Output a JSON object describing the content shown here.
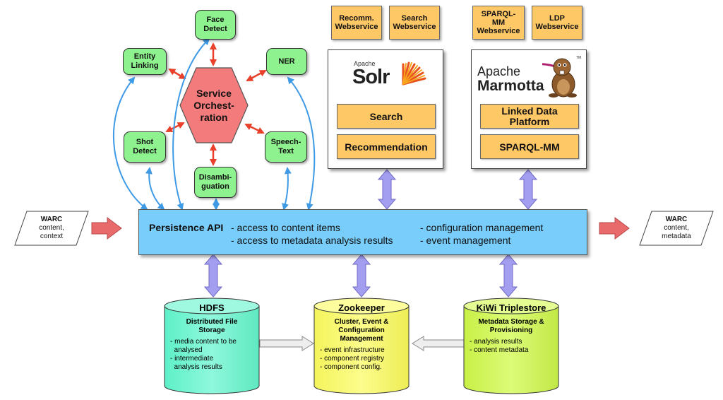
{
  "services": {
    "face_detect": "Face\nDetect",
    "entity_linking": "Entity\nLinking",
    "ner": "NER",
    "shot_detect": "Shot\nDetect",
    "speech_text": "Speech-\nText",
    "disambiguation": "Disambi-\nguation",
    "orchestration": "Service\nOrchest-\nration"
  },
  "webservices": {
    "recomm": "Recomm.\nWebservice",
    "search": "Search\nWebservice",
    "sparql_mm": "SPARQL-\nMM\nWebservice",
    "ldp": "LDP\nWebservice"
  },
  "solr": {
    "apache": "Apache",
    "name": "Solr",
    "search": "Search",
    "recommendation": "Recommendation"
  },
  "marmotta": {
    "apache": "Apache",
    "name": "Marmotta",
    "tm": "TM",
    "linked_data": "Linked Data\nPlatform",
    "sparql_mm": "SPARQL-MM"
  },
  "persistence": {
    "title": "Persistence API",
    "item1": "- access to content items",
    "item2": "- access to metadata analysis results",
    "item3": "- configuration management",
    "item4": "- event management"
  },
  "warc_in": {
    "title": "WARC",
    "text": "content,\ncontext"
  },
  "warc_out": {
    "title": "WARC",
    "text": "content,\nmetadata"
  },
  "hdfs": {
    "title": "HDFS",
    "subtitle": "Distributed File\nStorage",
    "items": [
      "- media content to be",
      "  analysed",
      "- intermediate",
      "  analysis results"
    ]
  },
  "zookeeper": {
    "title": "Zookeeper",
    "subtitle": "Cluster, Event &\nConfiguration\nManagement",
    "items": [
      "- event infrastructure",
      "- component registry",
      "- component config."
    ]
  },
  "kiwi": {
    "title": "KiWi Triplestore",
    "subtitle": "Metadata Storage &\nProvisioning",
    "items": [
      "- analysis results",
      "- content metadata"
    ]
  },
  "colors": {
    "service_green": "#8ef28e",
    "orchestration_red": "#f47b7b",
    "webservice_orange": "#ffc867",
    "persistence_blue": "#79cdfa",
    "hdfs_cyan": "#73f5d2",
    "zookeeper_yellow": "#fafa73",
    "kiwi_lime": "#d2f75a",
    "flow_arrow_red": "#e86a6a",
    "connector_blue": "#3f9ae6",
    "orchestration_arrow_red": "#e8402a",
    "api_arrow_purple": "#a49ef0"
  }
}
